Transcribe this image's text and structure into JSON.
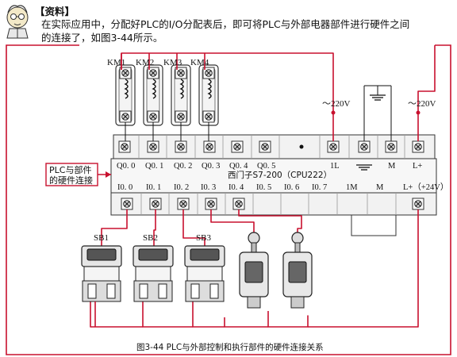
{
  "note": {
    "heading": "【资料】",
    "line1": "在实际应用中，分配好PLC的I/O分配表后，即可将PLC与外部电器部件进行硬件之间",
    "line2": "的连接了，如图3-44所示。"
  },
  "contactors": [
    "KM1",
    "KM2",
    "KM3",
    "KM4"
  ],
  "plc": {
    "model_label": "西门子S7-200（CPU222）",
    "output_terminals": [
      "Q0. 0",
      "Q0. 1",
      "Q0. 2",
      "Q0. 3",
      "Q0. 4",
      "Q0. 5",
      "1L",
      "M",
      "L+"
    ],
    "input_terminals": [
      "I0. 0",
      "I0. 1",
      "I0. 2",
      "I0. 3",
      "I0. 4",
      "I0. 5",
      "I0. 6",
      "I0. 7",
      "1M",
      "M",
      "L+（+24V）"
    ]
  },
  "power": {
    "left": "～220V",
    "right": "～220V"
  },
  "callout": {
    "line1": "PLC与部件",
    "line2": "的硬件连接"
  },
  "buttons": [
    "SB1",
    "SB2",
    "SB3"
  ],
  "caption": "图3-44   PLC与外部控制和执行部件的硬件连接关系",
  "colors": {
    "wire": "#c8102e",
    "callout": "#c8102e",
    "body_fill": "#f2f2f2",
    "black": "#111111"
  }
}
